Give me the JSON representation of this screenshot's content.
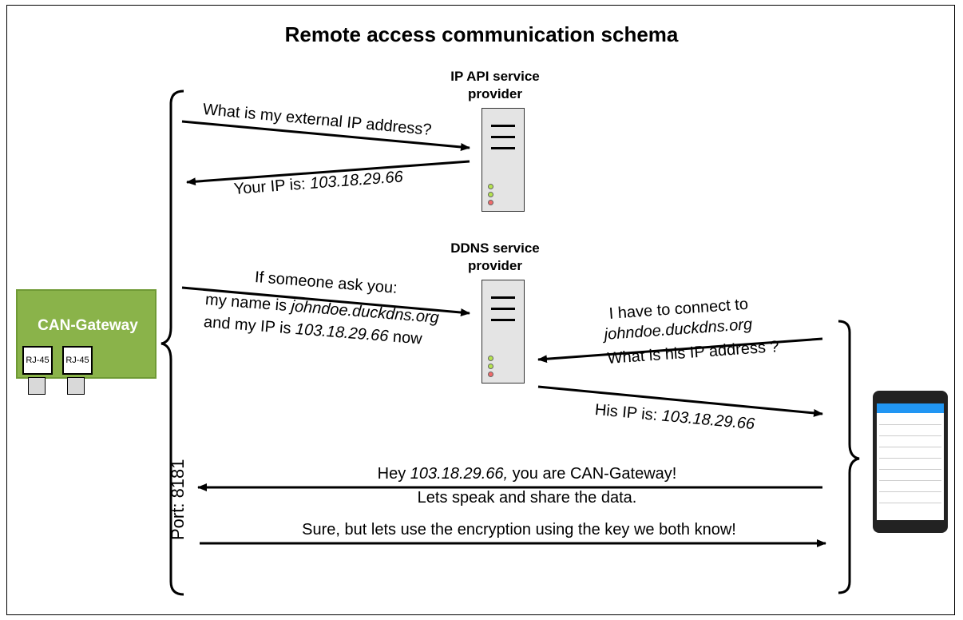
{
  "title": "Remote access communication schema",
  "servers": {
    "ip_api": {
      "label_line1": "IP API service",
      "label_line2": "provider"
    },
    "ddns": {
      "label_line1": "DDNS service",
      "label_line2": "provider"
    }
  },
  "gateway": {
    "label": "CAN-Gateway",
    "port1": "RJ-45",
    "port2": "RJ-45"
  },
  "port_label": "Port: 8181",
  "messages": {
    "ask_ip": "What is my external IP address?",
    "your_ip_prefix": "Your IP is: ",
    "your_ip_value": "103.18.29.66",
    "register_line1": "If someone ask you:",
    "register_line2_prefix": "my name is ",
    "register_line2_value": "johndoe.duckdns.org",
    "register_line3_prefix": "and my IP is ",
    "register_line3_value": "103.18.29.66",
    "register_line3_suffix": " now",
    "connect_line1": "I have to connect to",
    "connect_line2": "johndoe.duckdns.org",
    "connect_line3": "What is his IP address ?",
    "his_ip_prefix": "His IP is: ",
    "his_ip_value": "103.18.29.66",
    "hey_prefix": "Hey ",
    "hey_value": "103.18.29.66,",
    "hey_suffix": " you are CAN-Gateway!",
    "lets_speak": "Lets speak and share the data.",
    "sure": "Sure, but lets use the encryption using the key we both know!"
  },
  "colors": {
    "gateway_fill": "#8ab34a",
    "server_fill": "#e4e4e4",
    "phone_header": "#2196f3"
  }
}
